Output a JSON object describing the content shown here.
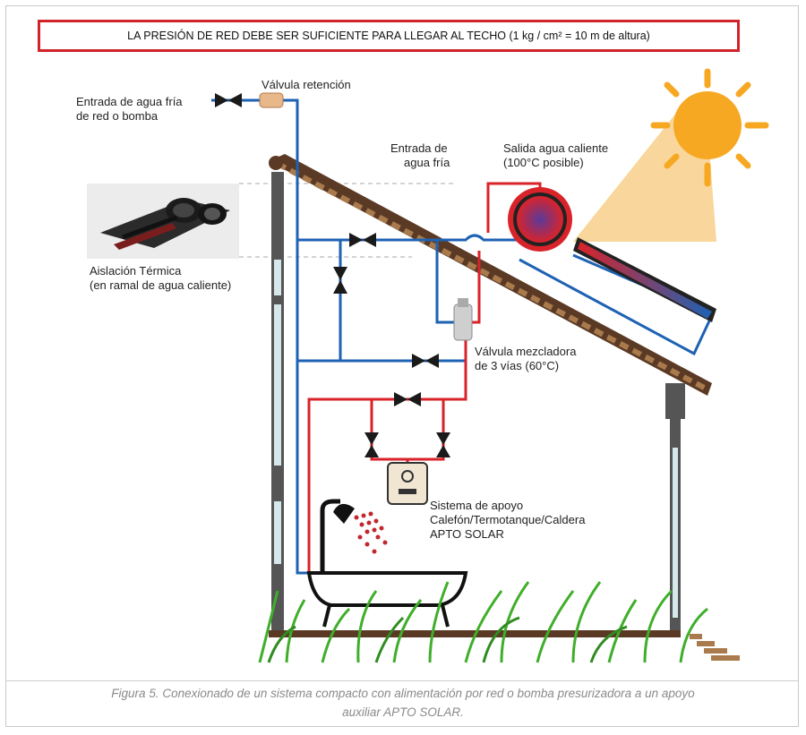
{
  "banner": {
    "text": "LA PRESIÓN DE RED DEBE SER SUFICIENTE PARA LLEGAR AL TECHO (1 kg / cm² = 10 m de altura)"
  },
  "labels": {
    "cold_inlet_1": "Entrada de agua fría",
    "cold_inlet_2": "de red o bomba",
    "check_valve": "Válvula retención",
    "tank_cold_1": "Entrada de",
    "tank_cold_2": "agua fría",
    "hot_out_1": "Salida agua caliente",
    "hot_out_2": "(100°C posible)",
    "insulation_1": "Aislación Térmica",
    "insulation_2": "(en ramal de agua caliente)",
    "mixer_1": "Válvula mezcladora",
    "mixer_2": "de 3 vías (60°C)",
    "backup_1": "Sistema de apoyo",
    "backup_2": "Calefón/Termotanque/Caldera",
    "backup_3": "APTO SOLAR"
  },
  "caption": {
    "line1": "Figura 5. Conexionado de un sistema compacto con alimentación por red o bomba presurizadora a un apoyo",
    "line2": "auxiliar APTO SOLAR."
  },
  "colors": {
    "cold_pipe": "#1e62b3",
    "hot_pipe": "#d9232a",
    "banner_border": "#d0232a",
    "sun": "#f7a823",
    "roof": "#5b3a25",
    "grass": "#3fae2a"
  }
}
